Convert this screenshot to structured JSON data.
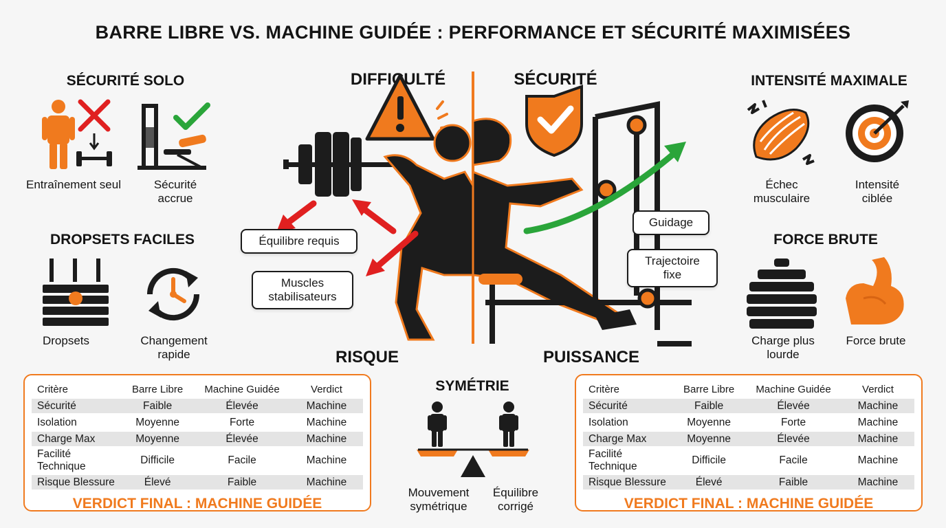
{
  "title": "BARRE LIBRE VS. MACHINE GUIDÉE : PERFORMANCE ET SÉCURITÉ MAXIMISÉES",
  "colors": {
    "accent": "#f07a1e",
    "dark": "#1c1c1c",
    "red": "#e02020",
    "green": "#2aa53a"
  },
  "left_top": {
    "heading": "SÉCURITÉ SOLO",
    "items": [
      {
        "label": "Entraînement seul",
        "icon": "person-alone-icon"
      },
      {
        "label": "Sécurité accrue",
        "icon": "machine-check-icon"
      }
    ]
  },
  "left_bottom": {
    "heading": "DROPSETS FACILES",
    "items": [
      {
        "label": "Dropsets",
        "icon": "weight-stack-icon"
      },
      {
        "label": "Changement rapide",
        "icon": "clock-cycle-icon"
      }
    ]
  },
  "center": {
    "left_heading": "DIFFICULTÉ",
    "right_heading": "SÉCURITÉ",
    "bottom_left": "RISQUE",
    "bottom_right": "PUISSANCE",
    "bubbles": {
      "balance": "Équilibre requis",
      "stabilizers": "Muscles stabilisateurs",
      "guidage": "Guidage",
      "trajectory": "Trajectoire fixe"
    }
  },
  "right_top": {
    "heading": "INTENSITÉ MAXIMALE",
    "items": [
      {
        "label": "Échec musculaire",
        "icon": "muscle-strain-icon"
      },
      {
        "label": "Intensité ciblée",
        "icon": "target-icon"
      }
    ]
  },
  "right_bottom": {
    "heading": "FORCE BRUTE",
    "items": [
      {
        "label": "Charge plus lourde",
        "icon": "weight-plates-icon"
      },
      {
        "label": "Force brute",
        "icon": "flexed-arm-icon"
      }
    ]
  },
  "symmetry": {
    "heading": "SYMÉTRIE",
    "items": [
      {
        "label": "Mouvement symétrique"
      },
      {
        "label": "Équilibre corrigé"
      }
    ]
  },
  "table": {
    "headers": [
      "Critère",
      "Barre Libre",
      "Machine Guidée",
      "Verdict"
    ],
    "rows": [
      [
        "Sécurité",
        "Faible",
        "Élevée",
        "Machine"
      ],
      [
        "Isolation",
        "Moyenne",
        "Forte",
        "Machine"
      ],
      [
        "Charge Max",
        "Moyenne",
        "Élevée",
        "Machine"
      ],
      [
        "Facilité Technique",
        "Difficile",
        "Facile",
        "Machine"
      ],
      [
        "Risque Blessure",
        "Élevé",
        "Faible",
        "Machine"
      ]
    ],
    "verdict": "VERDICT FINAL : MACHINE GUIDÉE"
  }
}
